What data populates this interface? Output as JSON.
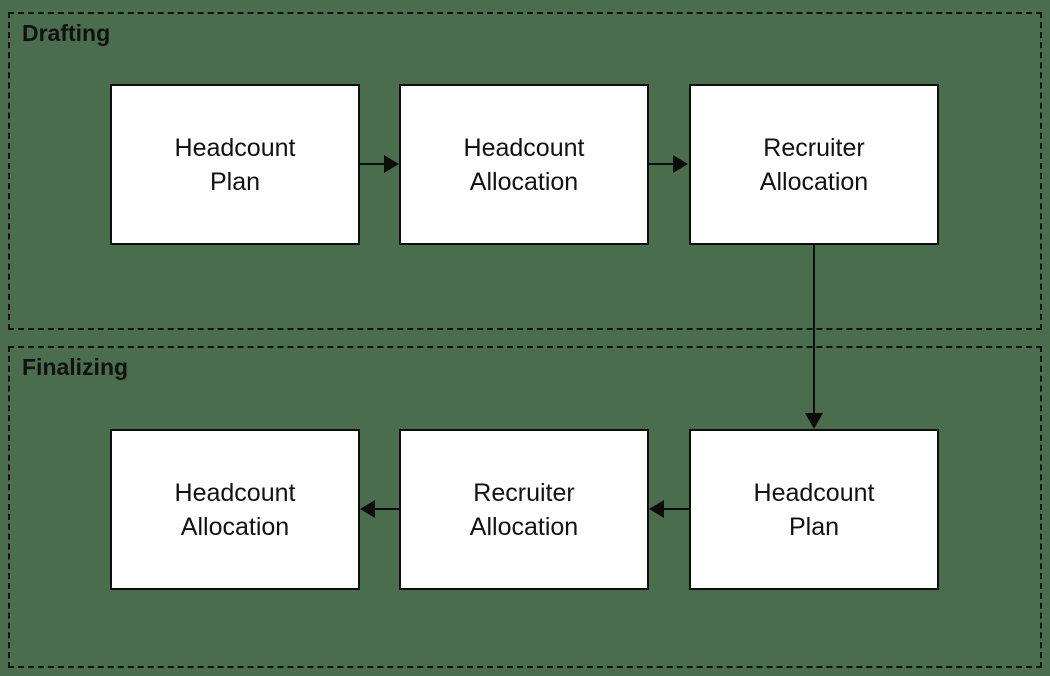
{
  "diagram": {
    "background_color": "#4a6d4e",
    "node_fill": "#ffffff",
    "line_color": "#0d0d0d",
    "lanes": [
      {
        "id": "drafting",
        "label": "Drafting"
      },
      {
        "id": "finalizing",
        "label": "Finalizing"
      }
    ],
    "nodes": {
      "hc_plan_top": {
        "line1": "Headcount",
        "line2": "Plan"
      },
      "hc_alloc_top": {
        "line1": "Headcount",
        "line2": "Allocation"
      },
      "rec_alloc_top": {
        "line1": "Recruiter",
        "line2": "Allocation"
      },
      "hc_alloc_bottom": {
        "line1": "Headcount",
        "line2": "Allocation"
      },
      "rec_alloc_bottom": {
        "line1": "Recruiter",
        "line2": "Allocation"
      },
      "hc_plan_bottom": {
        "line1": "Headcount",
        "line2": "Plan"
      }
    },
    "edges": [
      {
        "id": "edge1",
        "from": "hc_plan_top",
        "to": "hc_alloc_top",
        "direction": "right"
      },
      {
        "id": "edge2",
        "from": "hc_alloc_top",
        "to": "rec_alloc_top",
        "direction": "right"
      },
      {
        "id": "edge3",
        "from": "rec_alloc_top",
        "to": "hc_plan_bottom",
        "direction": "down"
      },
      {
        "id": "edge4",
        "from": "hc_plan_bottom",
        "to": "rec_alloc_bottom",
        "direction": "left"
      },
      {
        "id": "edge5",
        "from": "rec_alloc_bottom",
        "to": "hc_alloc_bottom",
        "direction": "left"
      }
    ]
  }
}
